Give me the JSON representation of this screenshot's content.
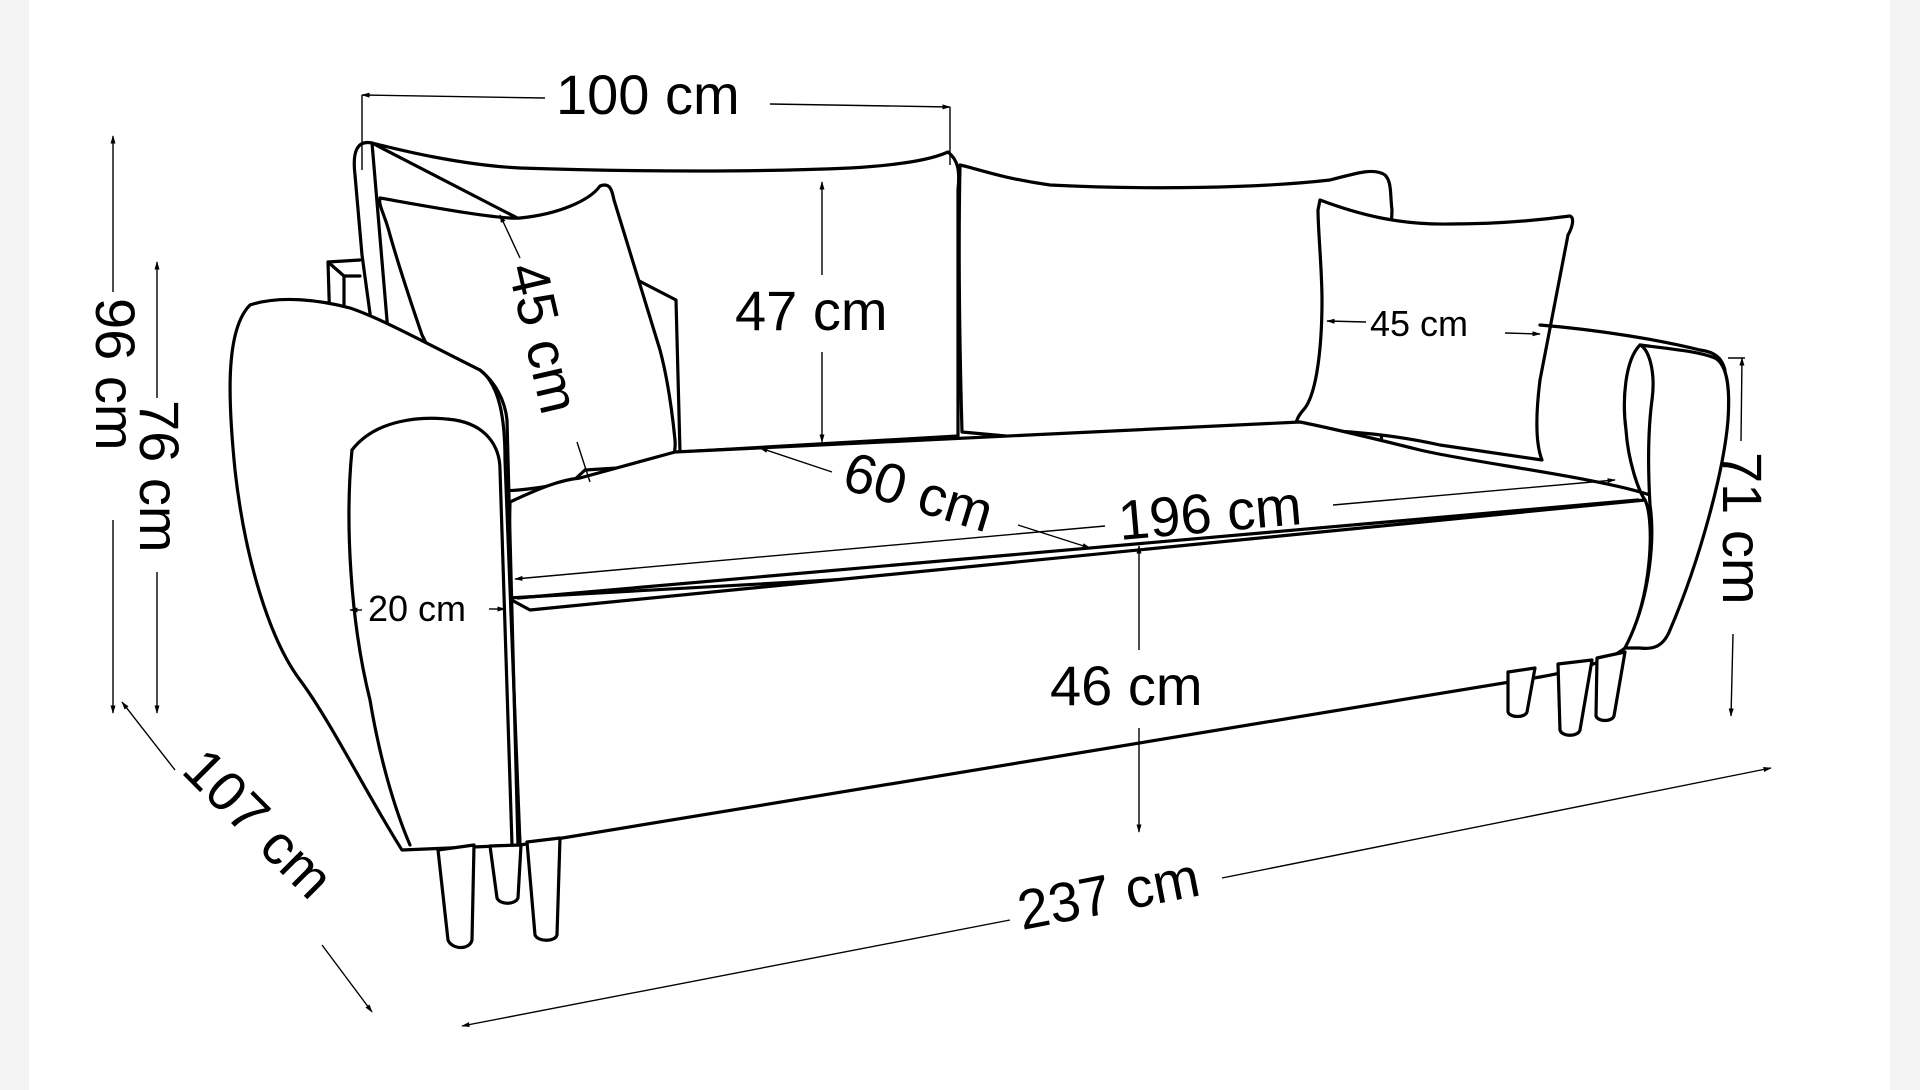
{
  "diagram": {
    "subject": "three-seat sofa dimension drawing",
    "unit": "cm",
    "colors": {
      "line": "#000000",
      "background": "#ffffff",
      "border": "#f4f4f4"
    },
    "dimensions": {
      "backrest_cushion_width": "100 cm",
      "backrest_cushion_height": "47 cm",
      "left_pillow_size": "45 cm",
      "right_pillow_size": "45 cm",
      "seat_depth": "60 cm",
      "seat_width": "196 cm",
      "seat_height": "46 cm",
      "armrest_width": "20 cm",
      "total_height": "96 cm",
      "armrest_height": "76 cm",
      "right_arm_height": "71 cm",
      "total_depth": "107 cm",
      "total_width": "237 cm"
    }
  }
}
